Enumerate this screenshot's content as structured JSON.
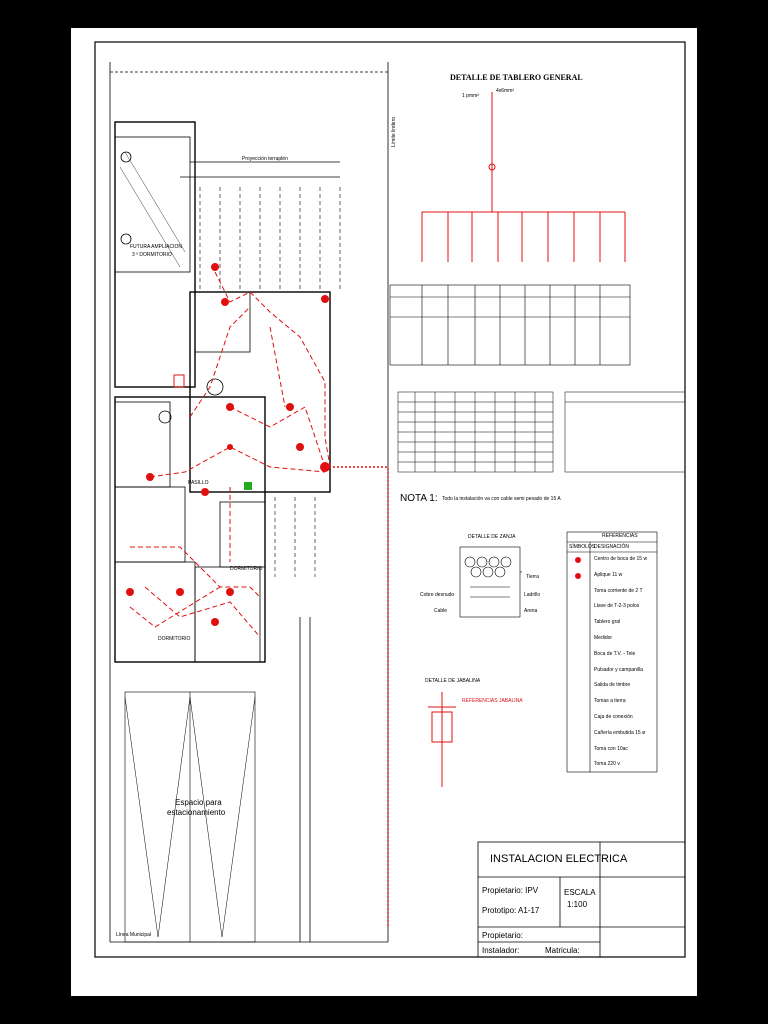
{
  "plan": {
    "projection_label": "Proyección terraplén",
    "future_room_line1": "FUTURA AMPLIACION",
    "future_room_line2": "3 º DORMITORIO",
    "hallway_label": "PASILLO",
    "bedroom_label_1": "DORMITORIO",
    "bedroom_label_2": "DORMITORIO",
    "parking_line1": "Espacio para",
    "parking_line2": "estacionamiento",
    "municipal_line": "Línea Municipal",
    "lot_line": "Límite lindero"
  },
  "panel": {
    "title": "DETALLE DE TABLERO GENERAL",
    "supply_label": "1 pmm²",
    "feed_label": "4x6mm²"
  },
  "note": {
    "label": "NOTA 1:",
    "text": "Todo la instalación va con cable semi pesado de 15 A"
  },
  "trench": {
    "title": "DETALLE DE ZANJA",
    "tierra": "Tierra",
    "ladrillo": "Ladrillo",
    "arena": "Arena",
    "cobre": "Cobre desnudo",
    "cable": "Cable"
  },
  "ground_rod": {
    "title": "DETALLE DE JABALINA",
    "subtitle": "REFERENCIAS JABALINA"
  },
  "legend": {
    "header": "REFERENCIAS",
    "col_symbols": "SÍMBOLOS",
    "col_desc": "DESIGNACIÓN",
    "items": [
      "Centro de boca de 15 w",
      "Aplique 11 w",
      "Toma corriente de 2 T",
      "Llave de T-2-3 polos",
      "Tablero gral",
      "Medidor",
      "Boca de T.V. - Tele",
      "Pulsador y campanilla",
      "Salida de timbre",
      "Tomas a tierra",
      "Caja de conexión",
      "Cañería embutida 15 ø",
      "Toma con 10ac",
      "Toma 220 v"
    ]
  },
  "title_block": {
    "title": "INSTALACION ELECTRICA",
    "owner": "Propietario: IPV",
    "prototype": "Prototipo: A1-17",
    "scale_label": "ESCALA",
    "scale_value": "1:100",
    "owner2": "Propietario:",
    "installer": "Instalador:",
    "license": "Matricula:"
  },
  "colors": {
    "circuit": "#e01010",
    "green": "#22aa22",
    "ink": "#000000"
  }
}
